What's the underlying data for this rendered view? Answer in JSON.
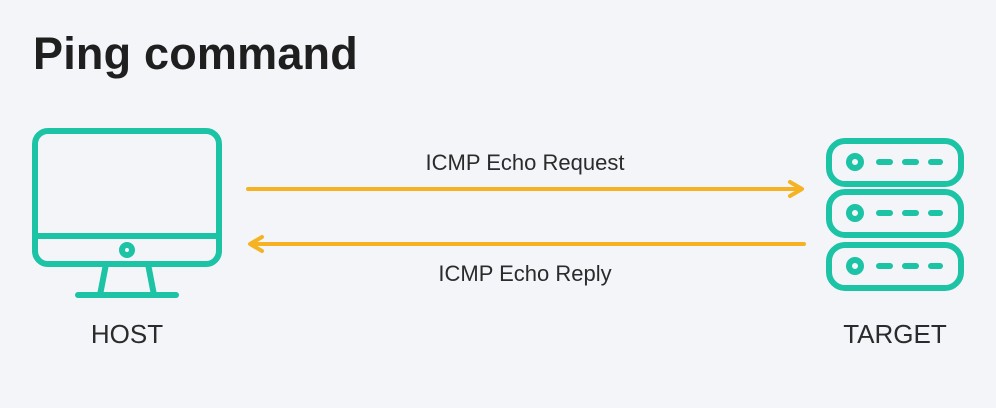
{
  "title": "Ping command",
  "host": {
    "label": "HOST",
    "icon": "monitor-icon"
  },
  "target": {
    "label": "TARGET",
    "icon": "server-icon"
  },
  "messages": {
    "request": "ICMP Echo Request",
    "reply": "ICMP Echo Reply"
  },
  "colors": {
    "background": "#f4f5f9",
    "icon": "#1cc3a5",
    "arrow": "#f5b323",
    "text": "#1f1f1f"
  }
}
